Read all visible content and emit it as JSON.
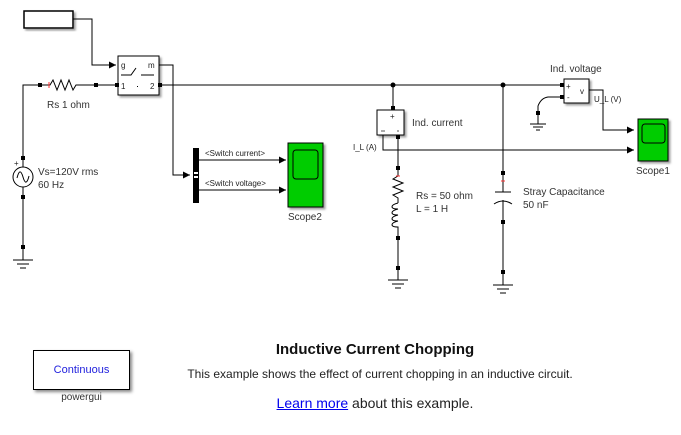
{
  "model": {
    "title": "Inductive Current Chopping",
    "description": "This example shows the effect of current chopping in an inductive circuit.",
    "learn_more_link": "Learn more",
    "learn_more_suffix": " about this example."
  },
  "blocks": {
    "source_resistor": "Rs 1 ohm",
    "voltage_source_line1": "Vs=120V rms",
    "voltage_source_line2": "60 Hz",
    "breaker_g": "g",
    "breaker_m": "m",
    "breaker_1": "1",
    "breaker_2": "2",
    "bus_signal_1": "<Switch current>",
    "bus_signal_2": "<Switch voltage>",
    "scope2": "Scope2",
    "current_meter": "Ind. current",
    "current_meter_plus": "+",
    "current_signal": "I_L (A)",
    "load_line1": "Rs = 50 ohm",
    "load_line2": "L = 1 H",
    "capacitor_line1": "Stray Capacitance",
    "capacitor_line2": "50 nF",
    "voltage_meter": "Ind. voltage",
    "voltage_meter_plus": "+",
    "voltage_meter_minus": "-",
    "voltage_meter_v": "v",
    "voltage_signal": "U_L (V)",
    "scope1": "Scope1"
  },
  "powergui": {
    "mode": "Continuous",
    "label": "powergui"
  },
  "colors": {
    "scope_fill": "#00cc00",
    "link": "#0000ee",
    "powergui_text": "#2222dd"
  }
}
